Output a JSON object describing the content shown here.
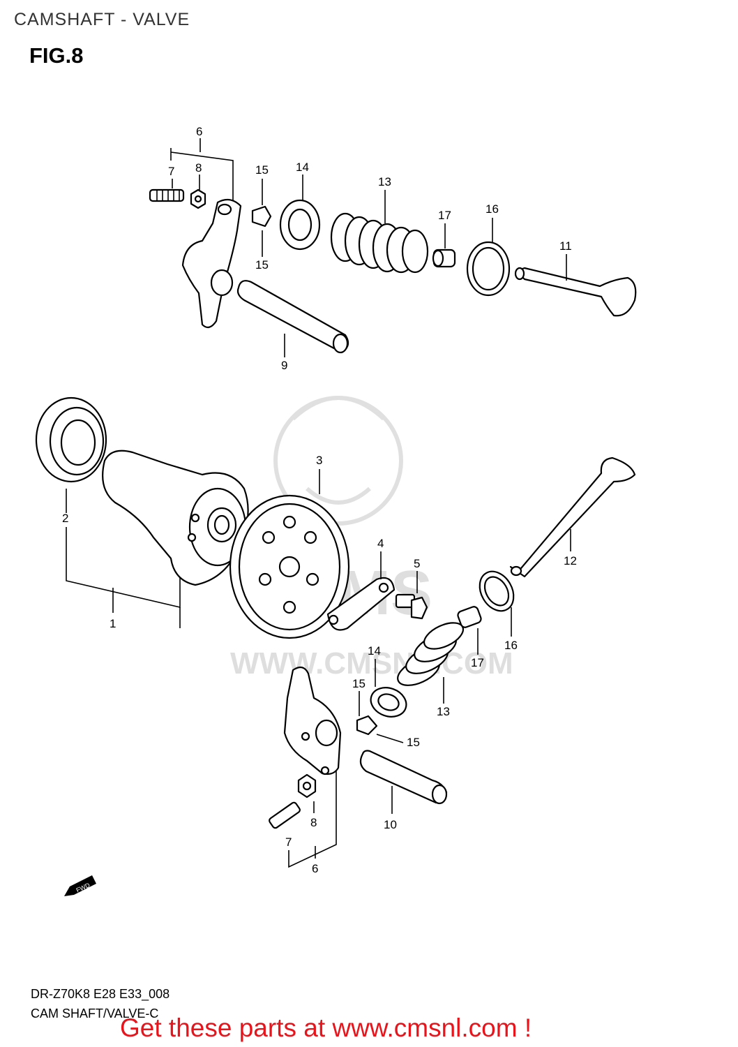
{
  "header": {
    "title": "CAMSHAFT - VALVE",
    "figure": "FIG.8"
  },
  "watermark": {
    "brand": "CMS",
    "url": "WWW.CMSNL.COM"
  },
  "arrow": {
    "label": "FWD"
  },
  "callouts": {
    "c1": "1",
    "c2": "2",
    "c3": "3",
    "c4": "4",
    "c5": "5",
    "c6_top": "6",
    "c6_bottom": "6",
    "c7_top": "7",
    "c7_bottom": "7",
    "c8_top": "8",
    "c8_bottom": "8",
    "c9": "9",
    "c10": "10",
    "c11": "11",
    "c12": "12",
    "c13_top": "13",
    "c13_bottom": "13",
    "c14_top": "14",
    "c14_bottom": "14",
    "c15_top_a": "15",
    "c15_top_b": "15",
    "c15_bottom_a": "15",
    "c15_bottom_b": "15",
    "c16_top": "16",
    "c16_bottom": "16",
    "c17_top": "17",
    "c17_bottom": "17"
  },
  "footer": {
    "code": "DR-Z70K8 E28 E33_008",
    "caption": "CAM SHAFT/VALVE-C",
    "cta": "Get these parts at www.cmsnl.com !"
  }
}
